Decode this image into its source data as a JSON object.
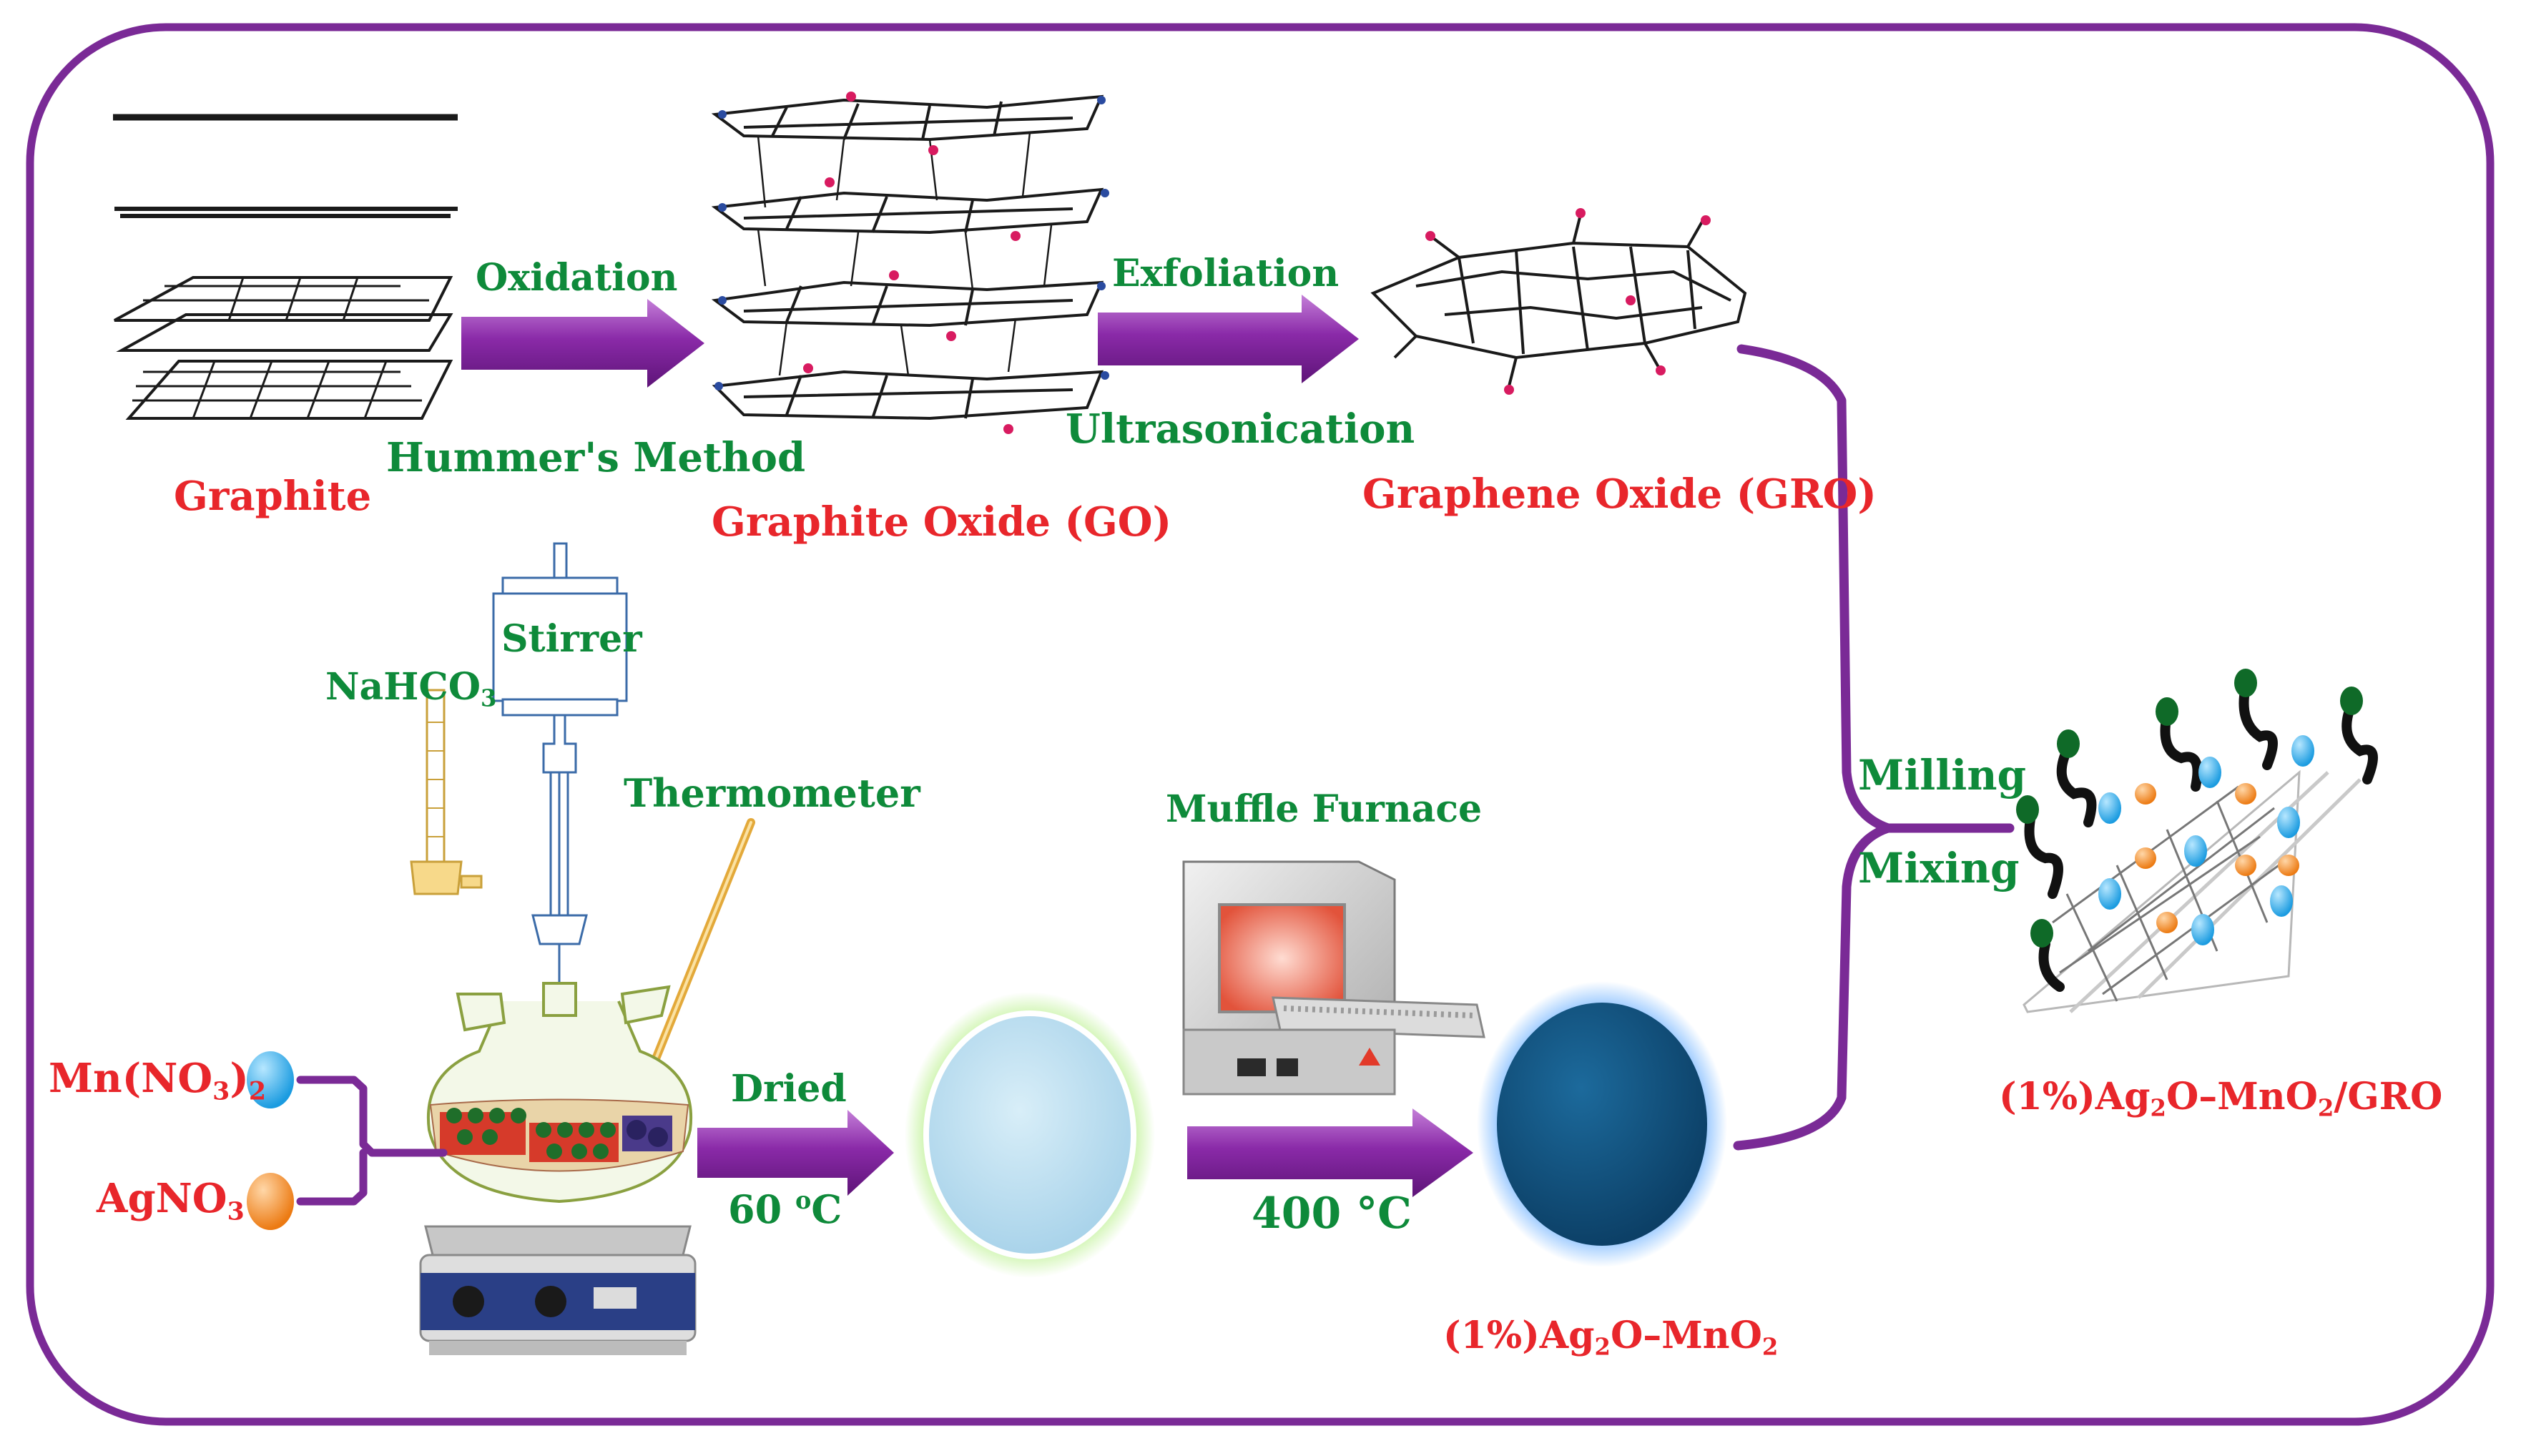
{
  "colors": {
    "frame": "#7a2a96",
    "arrow": "#8a2aa8",
    "process_text": "#0e8a3a",
    "product_text": "#e8262b",
    "mn_sphere": "#29a9e0",
    "ag_sphere": "#f58a1f",
    "calcined_disc": "#0f4f7a",
    "dried_disc": "#bfe1f2"
  },
  "labels": {
    "graphite": "Graphite",
    "oxidation": "Oxidation",
    "hummers_method": "Hummer's Method",
    "graphite_oxide": "Graphite Oxide (GO)",
    "exfoliation": "Exfoliation",
    "ultrasonication": "Ultrasonication",
    "graphene_oxide": "Graphene Oxide (GRO)",
    "stirrer": "Stirrer",
    "nahco3_base": "NaHCO",
    "nahco3_sub": "3",
    "thermometer": "Thermometer",
    "muffle_furnace": "Muffle Furnace",
    "dried": "Dried",
    "dried_temp_num": "60 ",
    "dried_temp_sup": "o",
    "dried_temp_unit": "C",
    "calcination_temp": "400 °C",
    "milling": "Milling",
    "mixing": "Mixing",
    "mn_nitrate_a": "Mn(NO",
    "mn_nitrate_sub1": "3",
    "mn_nitrate_b": ")",
    "mn_nitrate_sub2": "2",
    "ag_nitrate_a": "AgNO",
    "ag_nitrate_sub": "3",
    "product1_a": "(1%)Ag",
    "product1_sub1": "2",
    "product1_b": "O–MnO",
    "product1_sub2": "2",
    "product2_a": "(1%)Ag",
    "product2_sub1": "2",
    "product2_b": "O–MnO",
    "product2_sub2": "2",
    "product2_c": "/GRO"
  },
  "icons": {
    "graphite_layers": "graphite-layers-icon",
    "graphite_oxide_layers": "graphite-oxide-layers-icon",
    "graphene_oxide_sheet": "graphene-oxide-sheet-icon",
    "reaction_setup": "reaction-flask-icon",
    "furnace": "muffle-furnace-icon",
    "composite": "composite-structure-icon"
  }
}
